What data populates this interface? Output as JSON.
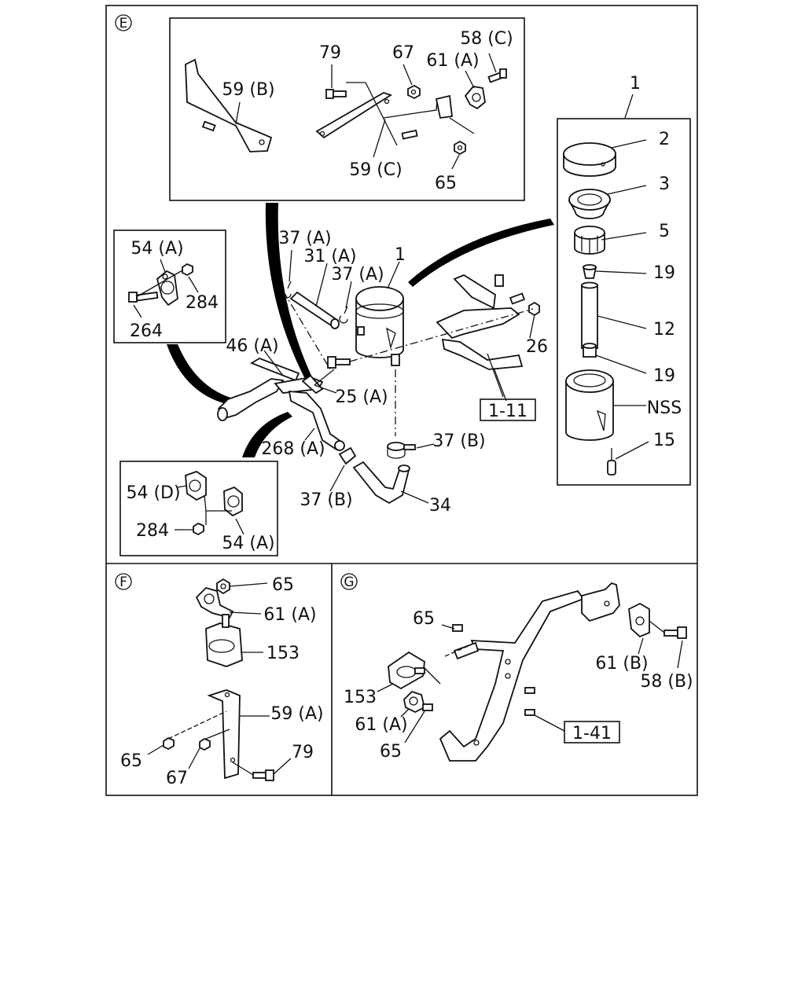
{
  "sections": {
    "e": "E",
    "f": "F",
    "g": "G"
  },
  "labels_e": {
    "l79": "79",
    "l67": "67",
    "l61a": "61 (A)",
    "l58c": "58 (C)",
    "l59b": "59 (B)",
    "l59c": "59 (C)",
    "l65": "65",
    "l1top": "1",
    "l2": "2",
    "l3": "3",
    "l5": "5",
    "l19a": "19",
    "l12": "12",
    "l19b": "19",
    "lnss": "NSS",
    "l15": "15",
    "l54a": "54 (A)",
    "l284": "284",
    "l264": "264",
    "l37a1": "37 (A)",
    "l31a": "31 (A)",
    "l37a2": "37 (A)",
    "l1res": "1",
    "l46a": "46 (A)",
    "l25a": "25 (A)",
    "l26": "26",
    "l268a": "268 (A)",
    "l37b1": "37 (B)",
    "l37b2": "37 (B)",
    "l34": "34",
    "l54d": "54 (D)",
    "l284b": "284",
    "l54a2": "54 (A)"
  },
  "labels_f": {
    "l65a": "65",
    "l61a": "61 (A)",
    "l153": "153",
    "l59a": "59 (A)",
    "l65b": "65",
    "l67": "67",
    "l79": "79"
  },
  "labels_g": {
    "l65a": "65",
    "l153": "153",
    "l61a": "61 (A)",
    "l65b": "65",
    "l61b": "61 (B)",
    "l58b": "58 (B)"
  },
  "refs": {
    "r111": "1-11",
    "r141": "1-41"
  }
}
